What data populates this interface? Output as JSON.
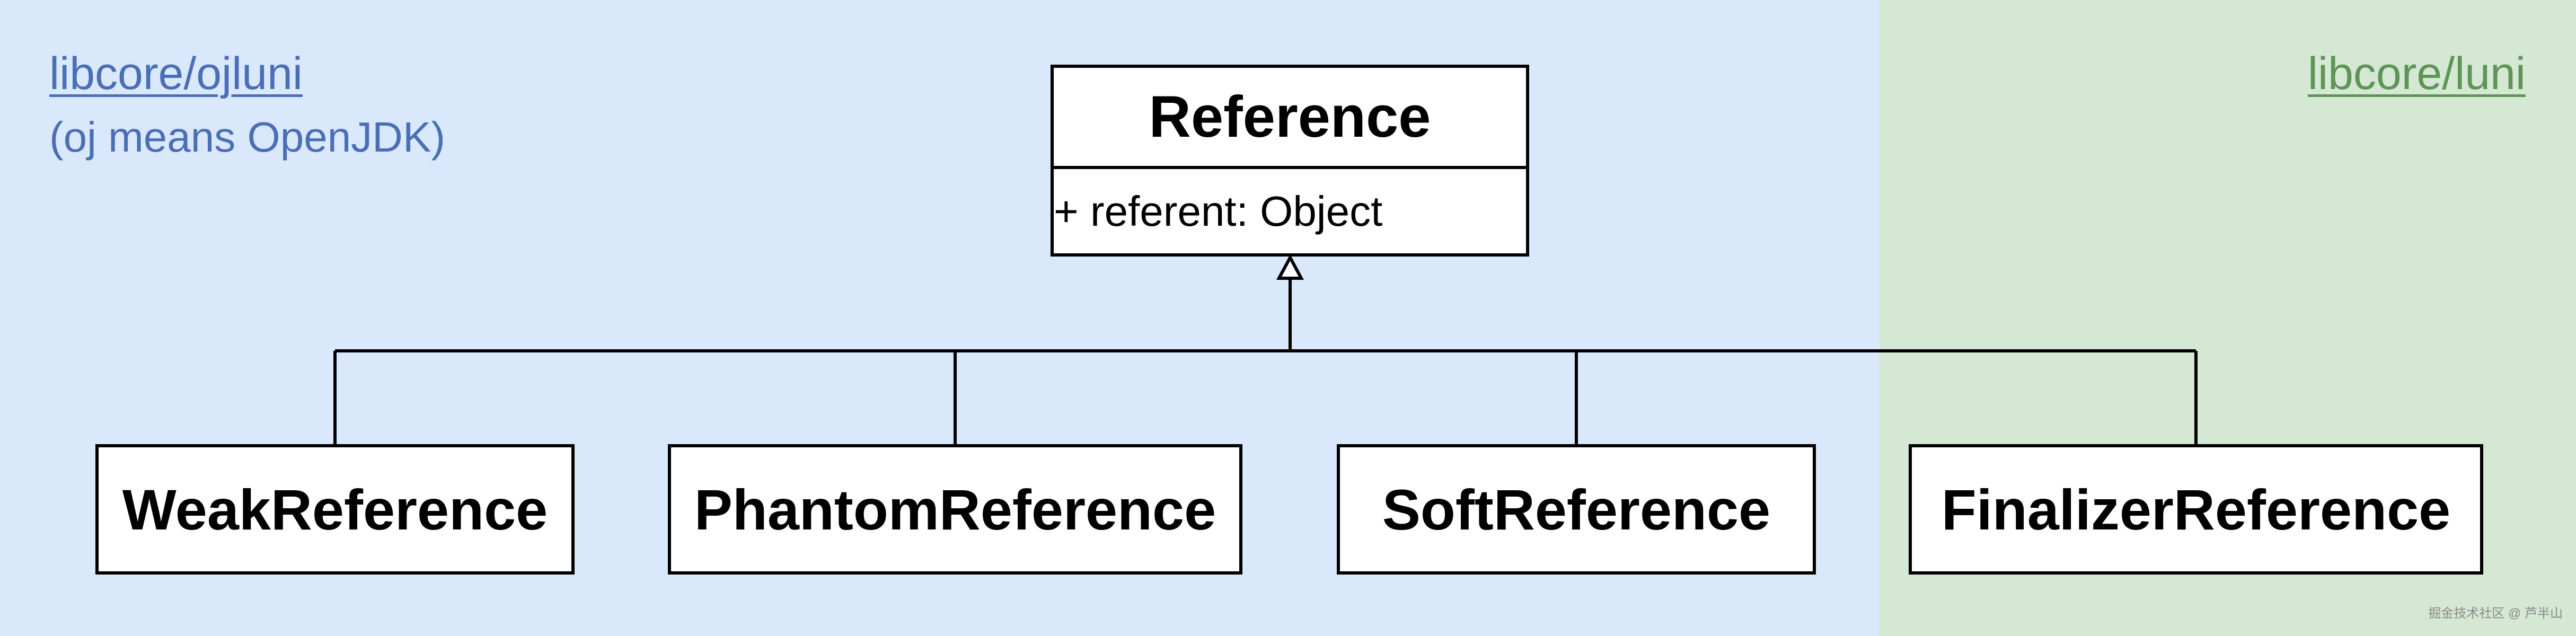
{
  "regions": {
    "ojluni": {
      "link": "libcore/ojluni",
      "note": "(oj means OpenJDK)",
      "color": "#dae8fc"
    },
    "luni": {
      "link": "libcore/luni",
      "color": "#d5e8d4"
    }
  },
  "base_class": {
    "name": "Reference",
    "field": "+ referent: Object"
  },
  "subclasses": [
    {
      "name": "WeakReference"
    },
    {
      "name": "PhantomReference"
    },
    {
      "name": "SoftReference"
    },
    {
      "name": "FinalizerReference"
    }
  ],
  "relationship": "inheritance",
  "watermark": "掘金技术社区 @ 芦半山"
}
